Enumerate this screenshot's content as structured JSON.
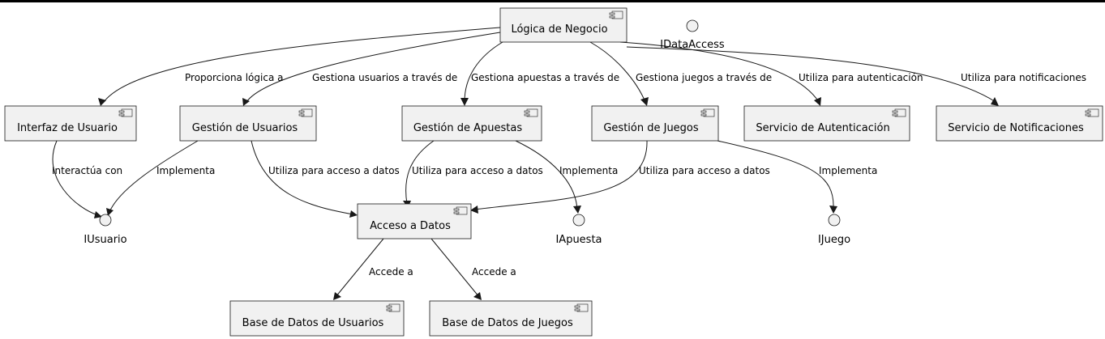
{
  "components": {
    "logica": "Lógica de Negocio",
    "interfaz": "Interfaz de Usuario",
    "gest_usuarios": "Gestión de Usuarios",
    "gest_apuestas": "Gestión de Apuestas",
    "gest_juegos": "Gestión de Juegos",
    "serv_auth": "Servicio de Autenticación",
    "serv_notif": "Servicio de Notificaciones",
    "acceso": "Acceso a Datos",
    "bd_usuarios": "Base de Datos de Usuarios",
    "bd_juegos": "Base de Datos de Juegos"
  },
  "interfaces": {
    "idataaccess": "IDataAccess",
    "iusuario": "IUsuario",
    "iapuesta": "IApuesta",
    "ijuego": "IJuego"
  },
  "edges": {
    "logica_interfaz": "Proporciona lógica a",
    "logica_usuarios": "Gestiona usuarios a través de",
    "logica_apuestas": "Gestiona apuestas a través de",
    "logica_juegos": "Gestiona juegos a través de",
    "logica_auth": "Utiliza para autenticación",
    "logica_notif": "Utiliza para notificaciones",
    "interfaz_iusuario": "Interactúa con",
    "usuarios_iusuario": "Implementa",
    "usuarios_acceso": "Utiliza para acceso a datos",
    "apuestas_acceso": "Utiliza para acceso a datos",
    "apuestas_iapuesta": "Implementa",
    "juegos_acceso": "Utiliza para acceso a datos",
    "juegos_ijuego": "Implementa",
    "acceso_bdusuarios": "Accede a",
    "acceso_bdjuegos": "Accede a"
  }
}
